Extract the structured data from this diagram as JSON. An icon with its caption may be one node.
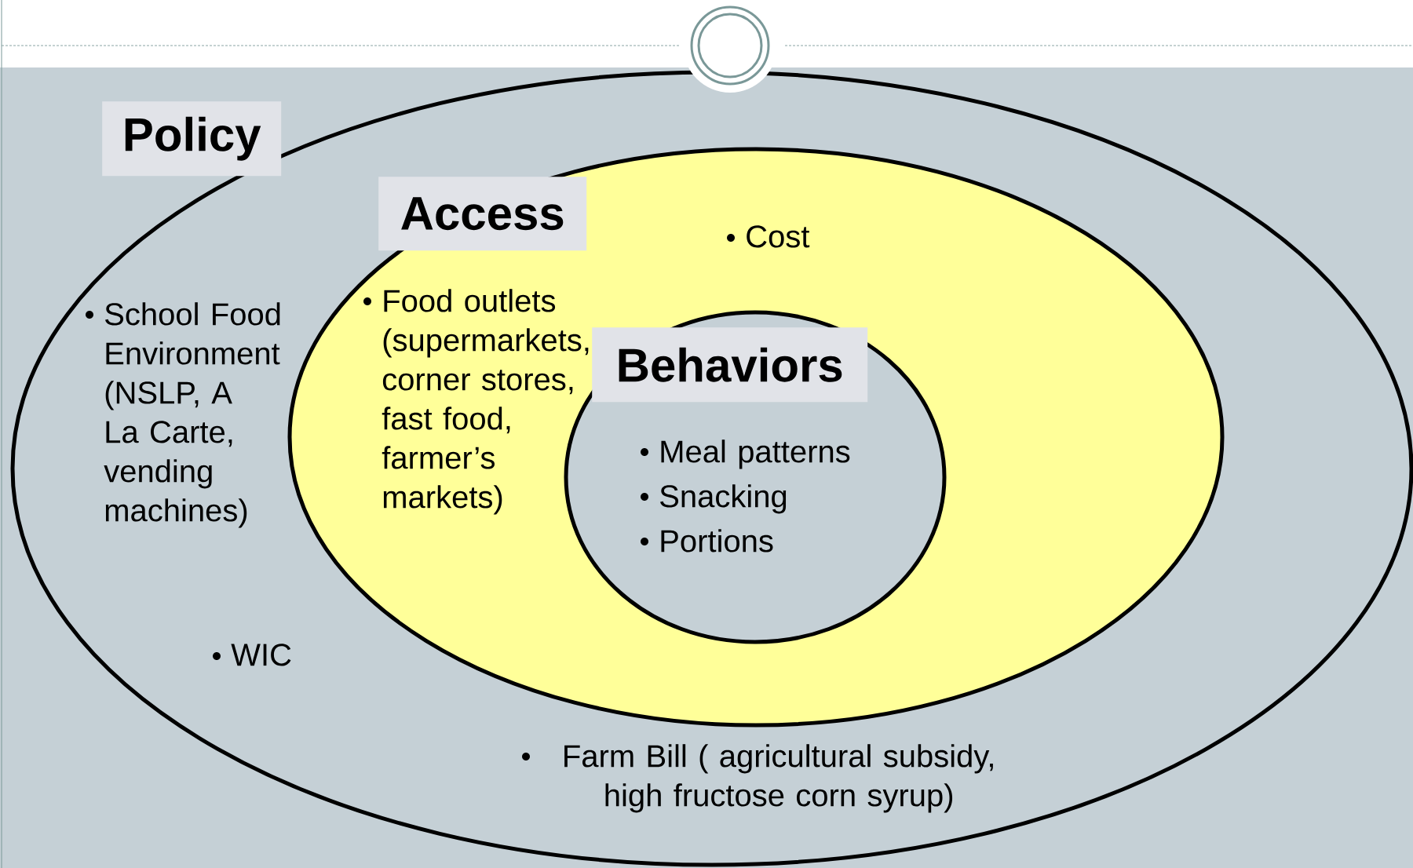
{
  "diagram": {
    "nodes": [
      {
        "text": [
          "Policy",
          "School Food Environment (NSLP, A La Carte, vending machines)",
          "WIC",
          "Farm Bill ( agricultural subsidy, high fructose corn syrup)"
        ]
      },
      {
        "text": [
          "Access",
          "Food outlets (supermarkets, corner stores, fast food, farmer’s markets)",
          "Cost"
        ],
        "in": 0
      },
      {
        "text": [
          "Behaviors",
          "Meal patterns",
          "Snacking",
          "Portions"
        ],
        "in": 1
      }
    ]
  }
}
